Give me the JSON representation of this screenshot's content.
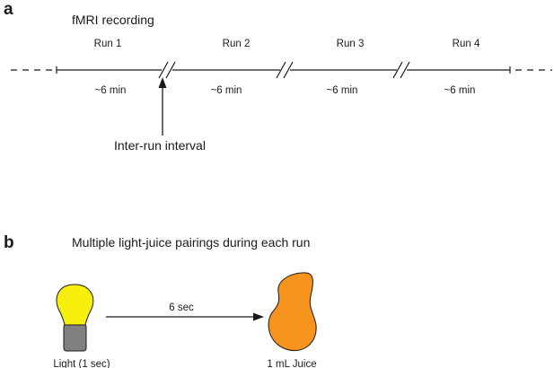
{
  "panel_a": {
    "letter": "a",
    "heading": "fMRI recording",
    "runs": [
      {
        "label": "Run 1",
        "duration": "~6 min"
      },
      {
        "label": "Run 2",
        "duration": "~6 min"
      },
      {
        "label": "Run 3",
        "duration": "~6 min"
      },
      {
        "label": "Run 4",
        "duration": "~6 min"
      }
    ],
    "interval_label": "Inter-run interval"
  },
  "panel_b": {
    "letter": "b",
    "heading": "Multiple light-juice pairings during each run",
    "delay_label": "6 sec",
    "light_label": "Light (1 sec)",
    "juice_label": "1 mL Juice"
  },
  "colors": {
    "bulb": "#f7f00f",
    "bulb_base": "#808080",
    "juice": "#f7941d",
    "line": "#1a1a1a"
  }
}
